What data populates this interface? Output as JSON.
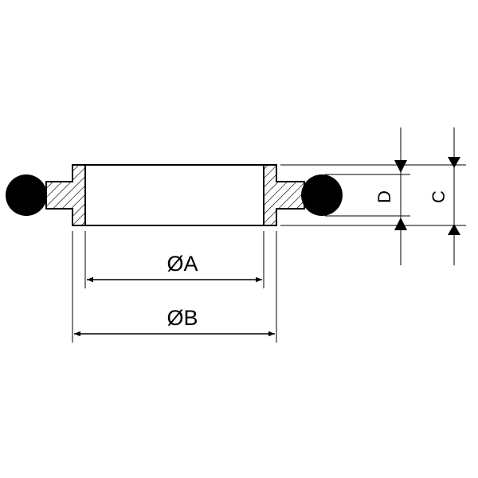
{
  "labels": {
    "dim_a": "ØA",
    "dim_b": "ØB",
    "dim_c": "C",
    "dim_d": "D"
  },
  "colors": {
    "line": "#000000",
    "oring": "#000000",
    "background": "#ffffff"
  }
}
